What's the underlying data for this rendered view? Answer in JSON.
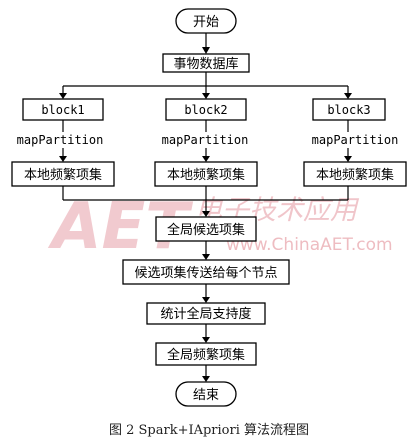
{
  "nodes": {
    "start": "开始",
    "database": "事物数据库",
    "block1": "block1",
    "block2": "block2",
    "block3": "block3",
    "map1": "mapPartition",
    "map2": "mapPartition",
    "map3": "mapPartition",
    "local1": "本地频繁项集",
    "local2": "本地频繁项集",
    "local3": "本地频繁项集",
    "global_candidate": "全局候选项集",
    "broadcast": "候选项集传送给每个节点",
    "count_support": "统计全局支持度",
    "global_frequent": "全局频繁项集",
    "end": "结束"
  },
  "watermark": {
    "logo": "AET",
    "chinese": "电子技术应用",
    "url": "www.ChinaAET.com"
  },
  "caption": "图 2 Spark+IApriori 算法流程图",
  "colors": {
    "watermark": "#e7a0a8",
    "stroke": "#000000"
  }
}
